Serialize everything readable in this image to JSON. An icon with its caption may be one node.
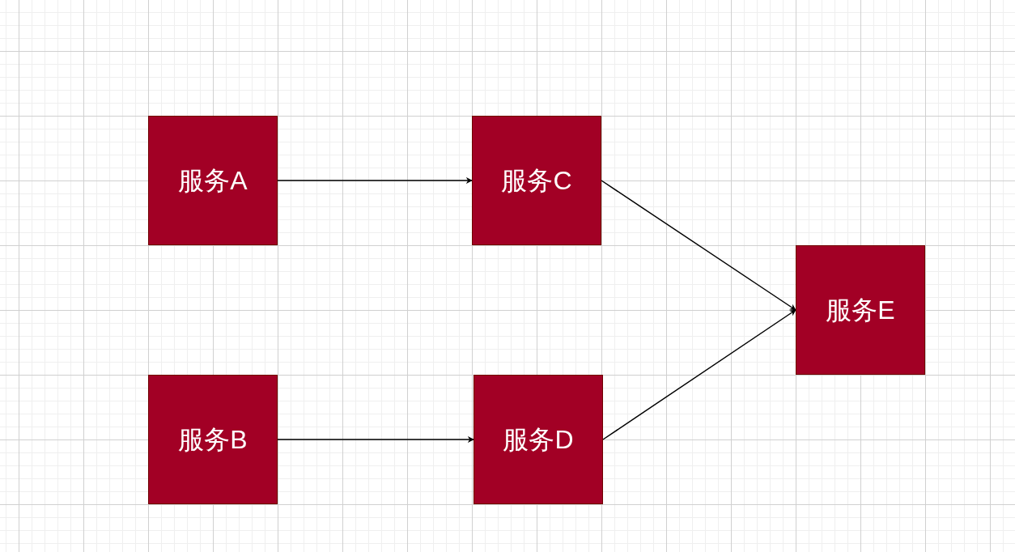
{
  "diagram": {
    "nodes": [
      {
        "text": [
          "服务A"
        ]
      },
      {
        "text": [
          "服务C"
        ]
      },
      {
        "text": [
          "服务E"
        ]
      },
      {
        "text": [
          "服务B"
        ]
      },
      {
        "text": [
          "服务D"
        ]
      }
    ],
    "edges": [
      {
        "from": 0,
        "to": 1,
        "arrow": "to"
      },
      {
        "from": 3,
        "to": 4,
        "arrow": "to"
      },
      {
        "from": 1,
        "to": 2,
        "arrow": "to"
      },
      {
        "from": 4,
        "to": 2,
        "arrow": "to"
      }
    ]
  }
}
